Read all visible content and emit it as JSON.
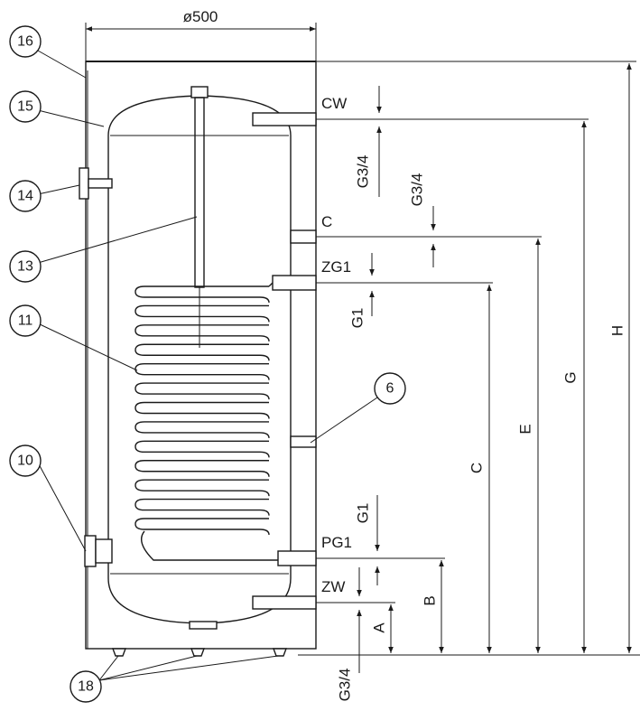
{
  "diameter_label": "ø500",
  "callouts": [
    "16",
    "15",
    "14",
    "13",
    "11",
    "10",
    "6",
    "18"
  ],
  "connections": {
    "cw": "CW",
    "c": "C",
    "zg1": "ZG1",
    "pg1": "PG1",
    "zw": "ZW"
  },
  "threads": {
    "cw": "G3/4",
    "c": "G3/4",
    "zg1": "G1",
    "pg1": "G1",
    "zw": "G3/4"
  },
  "dimensions": [
    "A",
    "B",
    "C",
    "E",
    "G",
    "H"
  ]
}
